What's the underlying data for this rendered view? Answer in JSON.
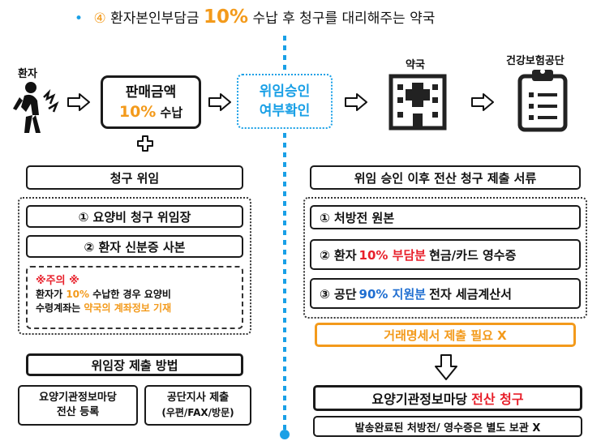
{
  "header": {
    "bullet": "•",
    "num": "④",
    "pre": " 환자본인부담금 ",
    "pct": "10%",
    "post": " 수납 후 청구를 대리해주는 약국"
  },
  "flow": {
    "patient": "환자",
    "sale_line1": "판매금액",
    "sale_pct": "10%",
    "sale_suffix": " 수납",
    "approval_line1": "위임승인",
    "approval_line2": "여부확인",
    "pharmacy": "약국",
    "nhis": "건강보험공단"
  },
  "left": {
    "claim_title": "청구 위임",
    "item1": "① 요양비 청구 위임장",
    "item2": "② 환자 신분증 사본",
    "caution_title": "※주의 ※",
    "caution_l1_pre": "환자가 ",
    "caution_l1_pct": "10%",
    "caution_l1_post": " 수납한 경우 요양비",
    "caution_l2_pre": "수령계좌는 ",
    "caution_l2_hl": "약국의 계좌정보 기재",
    "method_title": "위임장 제출 방법",
    "method1_l1": "요양기관정보마당",
    "method1_l2": "전산 등록",
    "method2_l1": "공단지사 제출",
    "method2_l2": "(우편/FAX/방문)"
  },
  "right": {
    "docs_title": "위임 승인 이후 전산 청구 제출 서류",
    "doc1": "① 처방전 원본",
    "doc2_pre": "② 환자 ",
    "doc2_hl": "10% 부담분",
    "doc2_post": " 현금/카드 영수증",
    "doc3_pre": "③ 공단 ",
    "doc3_hl": "90% 지원분",
    "doc3_post": " 전자 세금계산서",
    "no_statement": "거래명세서 제출 필요 X",
    "portal_pre": "요양기관정보마당 ",
    "portal_hl": "전산 청구",
    "keep_note": "발송완료된 처방전/ 영수증은 별도 보관 X"
  },
  "colors": {
    "orange": "#f39a1b",
    "red": "#e8202b",
    "blue": "#1f6ed1",
    "divider": "#1aa0e6"
  },
  "icons": [
    "patient-pain-icon",
    "plus-icon",
    "arrow-right-icon",
    "hospital-building-icon",
    "clipboard-list-icon",
    "arrow-down-icon"
  ]
}
